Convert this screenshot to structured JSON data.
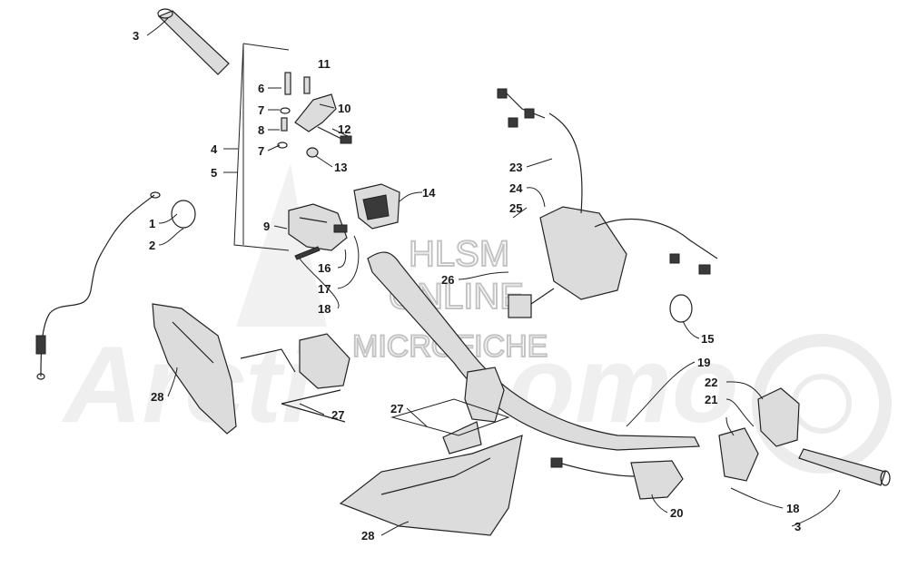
{
  "watermark": {
    "line1": "HLSM",
    "line2": "ONLINE",
    "line3": "MICROFICHE"
  },
  "callouts": [
    {
      "id": "c3a",
      "label": "3"
    },
    {
      "id": "c11",
      "label": "11"
    },
    {
      "id": "c6",
      "label": "6"
    },
    {
      "id": "c7a",
      "label": "7"
    },
    {
      "id": "c10",
      "label": "10"
    },
    {
      "id": "c8",
      "label": "8"
    },
    {
      "id": "c12",
      "label": "12"
    },
    {
      "id": "c7b",
      "label": "7"
    },
    {
      "id": "c4",
      "label": "4"
    },
    {
      "id": "c13",
      "label": "13"
    },
    {
      "id": "c5",
      "label": "5"
    },
    {
      "id": "c14",
      "label": "14"
    },
    {
      "id": "c23",
      "label": "23"
    },
    {
      "id": "c24",
      "label": "24"
    },
    {
      "id": "c25",
      "label": "25"
    },
    {
      "id": "c1",
      "label": "1"
    },
    {
      "id": "c2",
      "label": "2"
    },
    {
      "id": "c9",
      "label": "9"
    },
    {
      "id": "c16",
      "label": "16"
    },
    {
      "id": "c26",
      "label": "26"
    },
    {
      "id": "c17",
      "label": "17"
    },
    {
      "id": "c18a",
      "label": "18"
    },
    {
      "id": "c15",
      "label": "15"
    },
    {
      "id": "c19",
      "label": "19"
    },
    {
      "id": "c22",
      "label": "22"
    },
    {
      "id": "c28a",
      "label": "28"
    },
    {
      "id": "c21",
      "label": "21"
    },
    {
      "id": "c27a",
      "label": "27"
    },
    {
      "id": "c27b",
      "label": "27"
    },
    {
      "id": "c20",
      "label": "20"
    },
    {
      "id": "c18b",
      "label": "18"
    },
    {
      "id": "c3b",
      "label": "3"
    },
    {
      "id": "c28b",
      "label": "28"
    }
  ]
}
